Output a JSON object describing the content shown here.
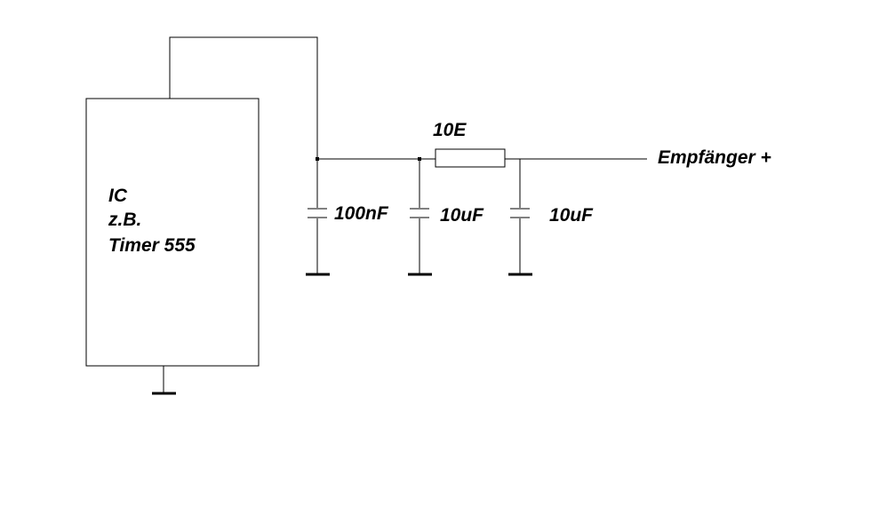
{
  "ic": {
    "line1": "IC",
    "line2": "z.B.",
    "line3": "Timer 555"
  },
  "resistor": {
    "label": "10E"
  },
  "capacitors": [
    {
      "label": "100nF"
    },
    {
      "label": "10uF"
    },
    {
      "label": "10uF"
    }
  ],
  "output": {
    "label": "Empfänger +"
  },
  "colors": {
    "line": "#000000",
    "background": "#ffffff"
  }
}
